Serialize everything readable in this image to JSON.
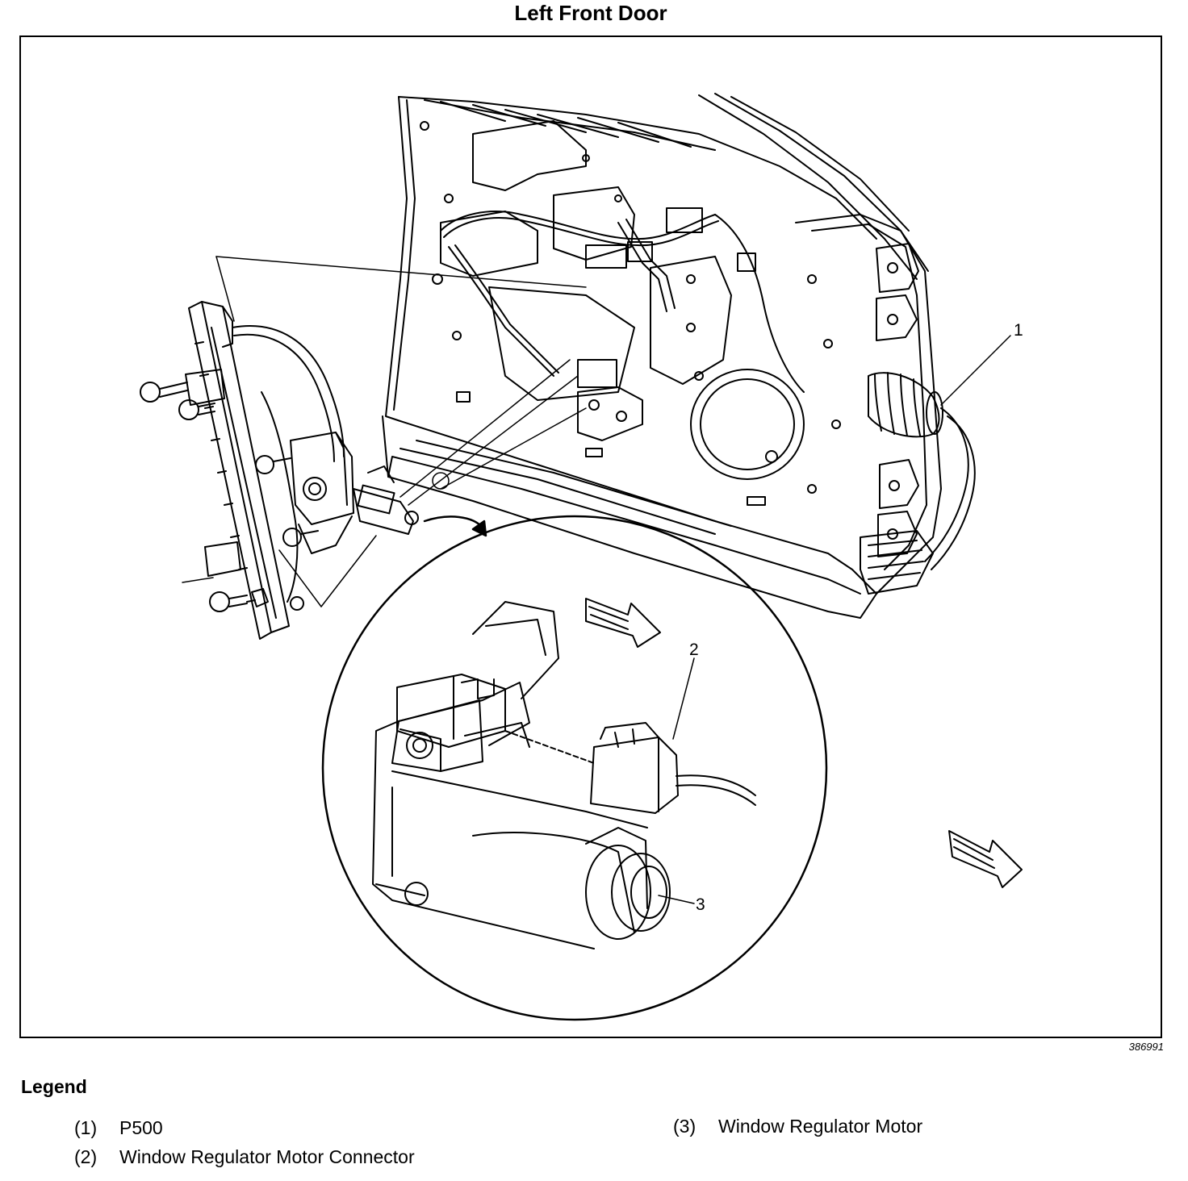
{
  "title": "Left Front Door",
  "figure_id": "386991",
  "legend": {
    "heading": "Legend",
    "items": [
      {
        "num": "(1)",
        "text": "P500"
      },
      {
        "num": "(2)",
        "text": "Window Regulator Motor Connector"
      },
      {
        "num": "(3)",
        "text": "Window Regulator Motor"
      }
    ]
  },
  "callouts": {
    "c1": "1",
    "c2": "2",
    "c3": "3"
  }
}
